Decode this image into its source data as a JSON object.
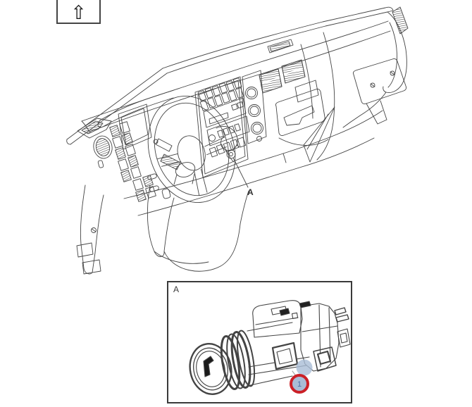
{
  "nav": {
    "up_arrow_glyph": "⇧"
  },
  "figure": {
    "callout_label": "A"
  },
  "detail": {
    "label": "A",
    "callout_number": "1"
  },
  "colors": {
    "line_art": "#444444",
    "border": "#3a3a3a",
    "callout_ring": "#cb2027",
    "callout_fill": "#a9bdd6",
    "callout_number": "#4a6fa5"
  }
}
